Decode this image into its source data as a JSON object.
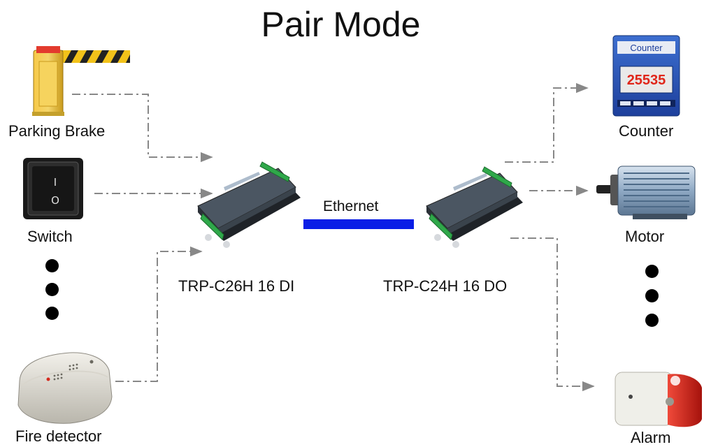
{
  "title": "Pair Mode",
  "inputs": {
    "parking_brake": "Parking Brake",
    "switch": "Switch",
    "switch_on": "I",
    "switch_off": "O",
    "fire_detector": "Fire detector"
  },
  "outputs": {
    "counter": "Counter",
    "counter_header": "Counter",
    "counter_display": "25535",
    "motor": "Motor",
    "alarm": "Alarm"
  },
  "devices": {
    "di_module": "TRP-C26H 16 DI",
    "do_module": "TRP-C24H 16 DO"
  },
  "link": {
    "label": "Ethernet",
    "color": "#0a1ee6"
  },
  "colors": {
    "connector": "#888888",
    "module_body": "#3c4650",
    "terminal": "#2fa84a"
  }
}
